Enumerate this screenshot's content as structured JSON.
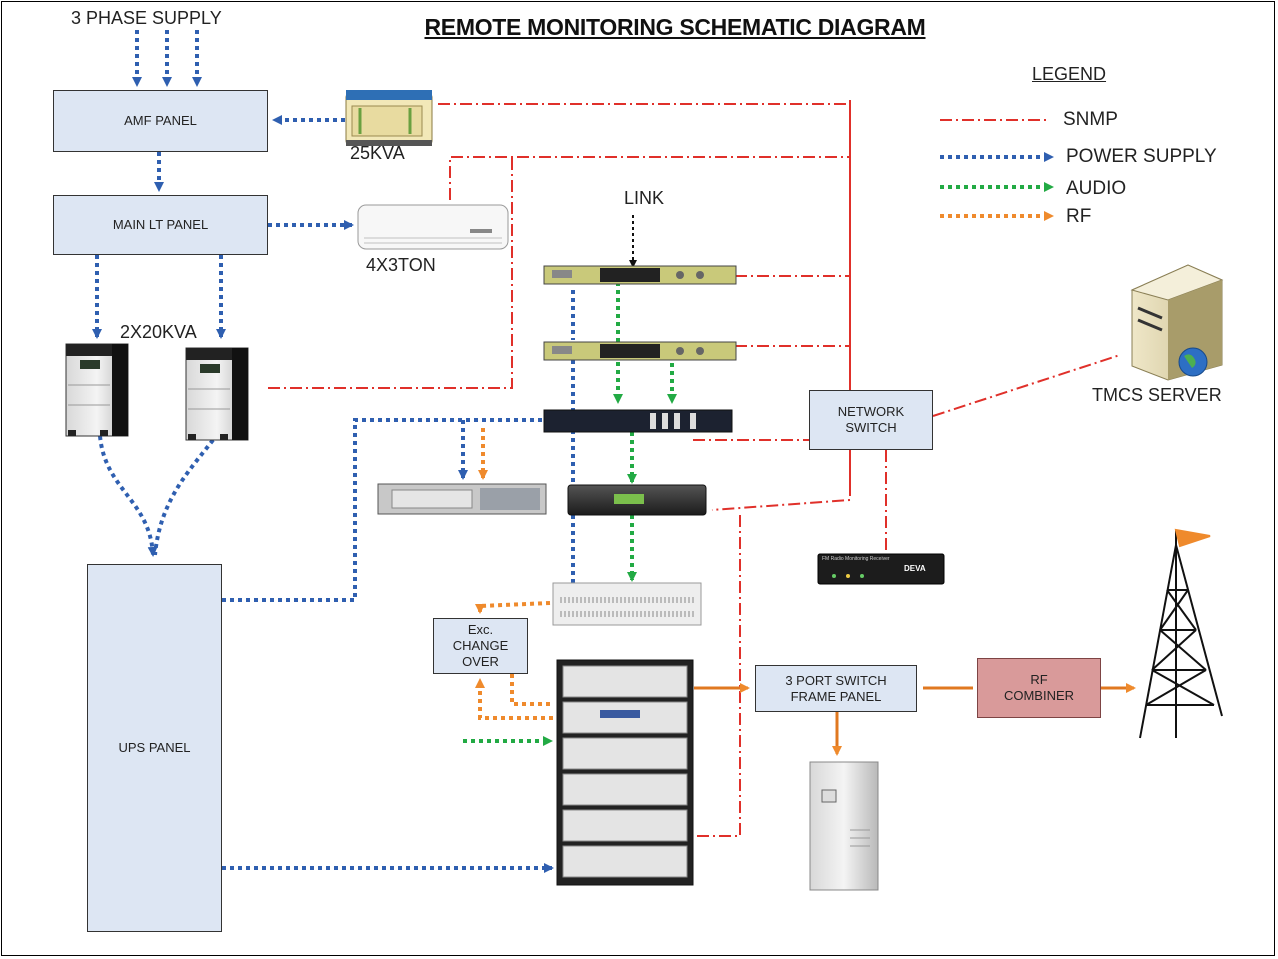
{
  "title": "REMOTE MONITORING SCHEMATIC DIAGRAM",
  "legend": {
    "title": "LEGEND",
    "items": [
      {
        "label": "SNMP",
        "color": "#e0302a",
        "style": "dash-dot"
      },
      {
        "label": "POWER SUPPLY",
        "color": "#2f5fb0",
        "style": "dotted-arrow"
      },
      {
        "label": "AUDIO",
        "color": "#22aa44",
        "style": "dotted-arrow"
      },
      {
        "label": "RF",
        "color": "#ef8a2c",
        "style": "dotted-arrow"
      }
    ]
  },
  "labels": {
    "three_phase": "3 PHASE SUPPLY",
    "genset": "25KVA",
    "ac": "4X3TON",
    "ups_units": "2X20KVA",
    "link": "LINK",
    "server": "TMCS SERVER"
  },
  "boxes": {
    "amf": "AMF PANEL",
    "main_lt": "MAIN LT PANEL",
    "ups_panel": "UPS PANEL",
    "network_switch": [
      "NETWORK",
      "SWITCH"
    ],
    "exc_changeover": [
      "Exc.",
      "CHANGE",
      "OVER"
    ],
    "switch_frame": [
      "3 PORT SWITCH",
      "FRAME PANEL"
    ],
    "rf_combiner": [
      "RF",
      "COMBINER"
    ]
  },
  "device_text": {
    "monitor_brand": "DEVA",
    "monitor_caption": "FM Radio Monitoring Receiver"
  },
  "colors": {
    "snmp": "#e0302a",
    "power": "#2f5fb0",
    "audio": "#22aa44",
    "rf": "#ef8a2c",
    "box_fill": "#dde6f3",
    "rf_fill": "#d99a9a"
  }
}
